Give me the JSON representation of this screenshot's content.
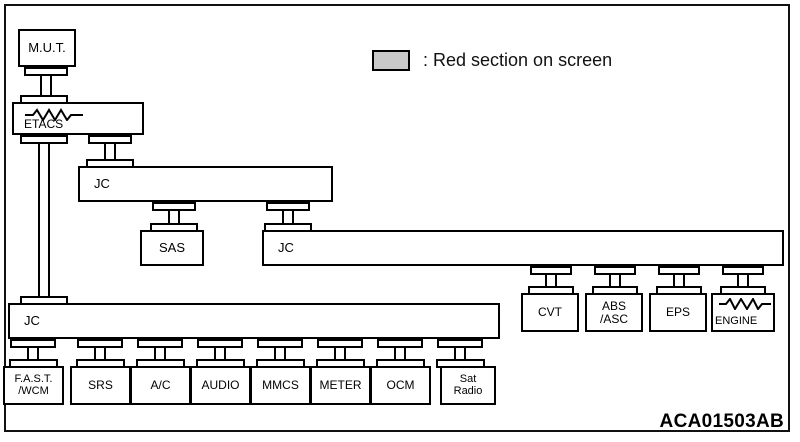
{
  "figure": {
    "id_label": "ACA01503AB",
    "legend": {
      "swatch_color": "#c9c9c9",
      "text": ": Red section on screen"
    }
  },
  "nodes": {
    "mut": {
      "label": "M.U.T."
    },
    "etacs": {
      "label": "ETACS",
      "symbol": "resistor-zigzag"
    },
    "jc_mid": {
      "label": "JC"
    },
    "sas": {
      "label": "SAS"
    },
    "jc_right": {
      "label": "JC"
    },
    "jc_bottom": {
      "label": "JC"
    },
    "cvt": {
      "label": "CVT"
    },
    "abs_asc": {
      "label": "ABS\n/ASC"
    },
    "eps": {
      "label": "EPS"
    },
    "engine": {
      "label": "ENGINE",
      "symbol": "resistor-zigzag"
    }
  },
  "bottom_modules": [
    {
      "label": "F.A.S.T.\n/WCM"
    },
    {
      "label": "SRS"
    },
    {
      "label": "A/C"
    },
    {
      "label": "AUDIO"
    },
    {
      "label": "MMCS"
    },
    {
      "label": "METER"
    },
    {
      "label": "OCM"
    },
    {
      "label": "Sat\nRadio"
    }
  ]
}
